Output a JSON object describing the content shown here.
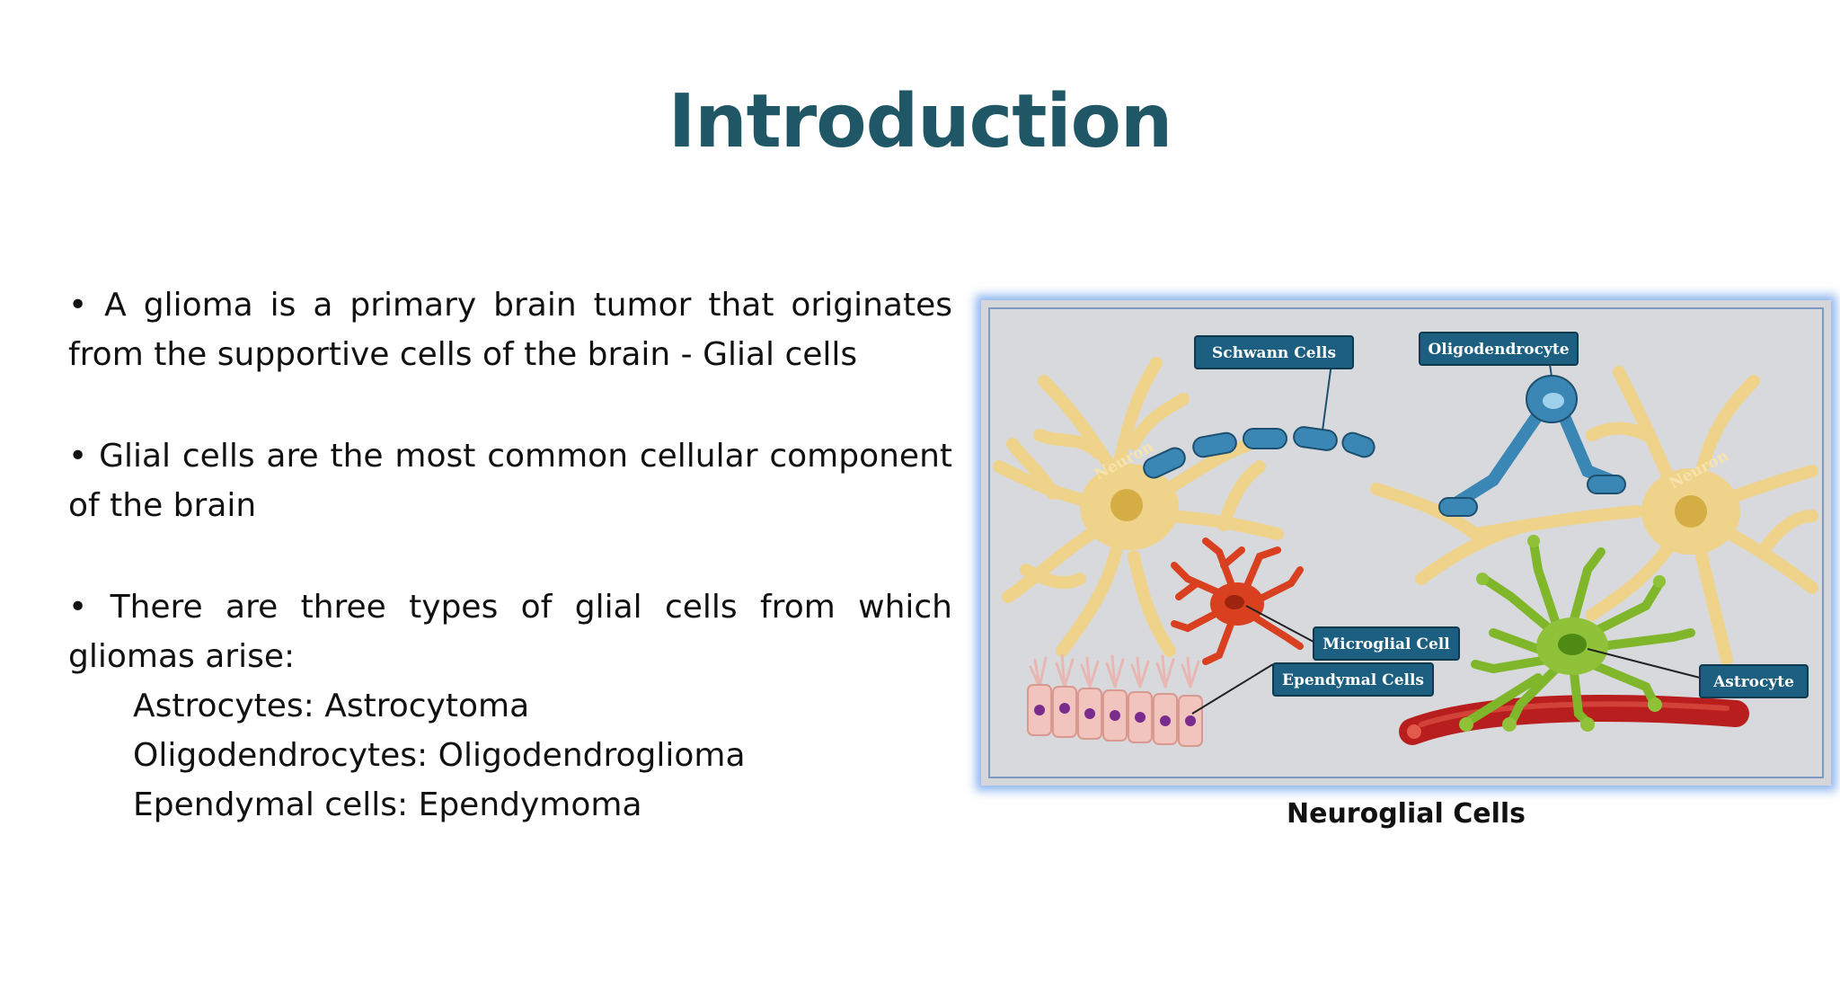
{
  "slide": {
    "title": "Introduction",
    "bullets": [
      "• A glioma is a primary brain tumor that originates from the supportive cells of the  brain - Glial cells",
      "• Glial cells are the most common cellular component of the brain",
      "• There are three types of glial cells from which gliomas arise:"
    ],
    "sub_items": [
      "Astrocytes: Astrocytoma",
      "Oligodendrocytes: Oligodendroglioma",
      "Ependymal cells: Ependymoma"
    ]
  },
  "figure": {
    "caption": "Neuroglial Cells",
    "labels": {
      "schwann": "Schwann Cells",
      "oligodendrocyte": "Oligodendrocyte",
      "microglial": "Microglial Cell",
      "ependymal": "Ependymal Cells",
      "astrocyte": "Astrocyte",
      "neuron": "Neuron"
    },
    "colors": {
      "label_bg": "#1d5f80",
      "neuron": "#efd38b",
      "astrocyte": "#7fb62a",
      "microglia": "#d8401f",
      "oligodendrocyte": "#3a86b4",
      "blood_vessel": "#b81e1e"
    }
  }
}
